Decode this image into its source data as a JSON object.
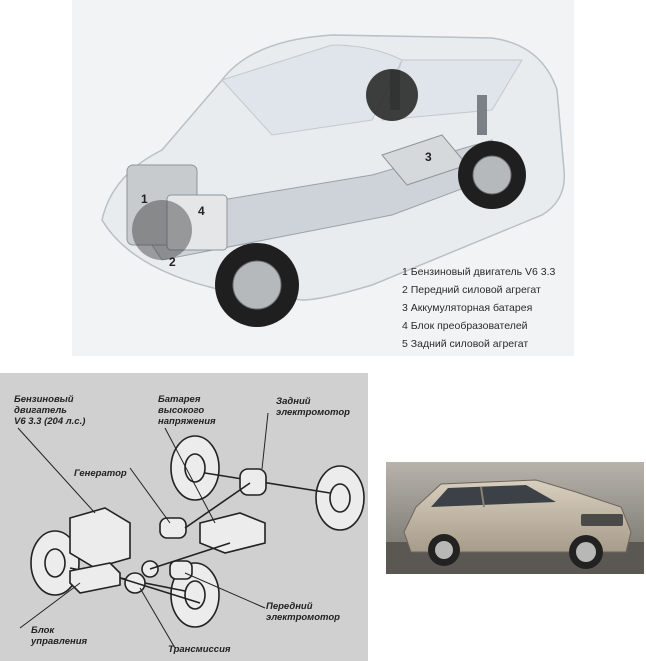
{
  "top_illustration": {
    "callout_numbers": [
      "1",
      "2",
      "3",
      "4"
    ],
    "legend": [
      "1 Бензиновый двигатель V6 3.3",
      "2 Передний силовой агрегат",
      "3 Аккумуляторная батарея",
      "4 Блок преобразователей",
      "5 Задний силовой агрегат"
    ]
  },
  "schematic": {
    "labels": {
      "engine": "Бензиновый\nдвигатель\nV6 3.3 (204 л.с.)",
      "battery": "Батарея\nвысокого\nнапряжения",
      "rear_motor": "Задний\nэлектромотор",
      "generator": "Генератор",
      "control_unit": "Блок\nуправления",
      "transmission": "Трансмиссия",
      "front_motor": "Передний\nэлектромотор"
    }
  },
  "photo": {
    "car_color": "#bdb3a2"
  }
}
